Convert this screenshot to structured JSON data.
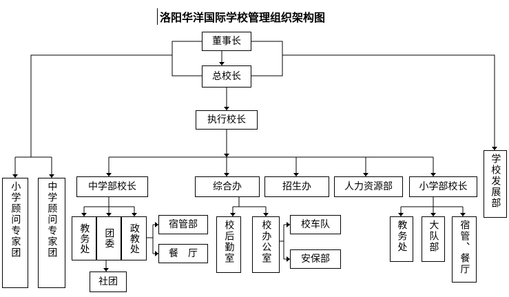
{
  "title": "洛阳华洋国际学校管理组织架构图",
  "nodes": {
    "board_chair": "董事长",
    "principal": "总校长",
    "exec_principal": "执行校长",
    "primary_advisors": "小学顾问专家团",
    "middle_advisors": "中学顾问专家团",
    "school_dev_dept": "学校发展部",
    "middle_principal": "中学部校长",
    "general_office": "综合办",
    "admissions_office": "招生办",
    "hr_dept": "人力资源部",
    "primary_principal": "小学部校长",
    "middle_academic": "教务处",
    "youth_league": "团委",
    "political_office": "政教处",
    "dorm_mgmt": "宿管部",
    "canteen": "餐　厅",
    "clubs": "社团",
    "logistics": "校后勤室",
    "principal_office": "校办公室",
    "bus_team": "校车队",
    "security": "安保部",
    "primary_academic": "教务处",
    "brigade": "大队部",
    "dorm_canteen": "宿管、餐厅"
  }
}
